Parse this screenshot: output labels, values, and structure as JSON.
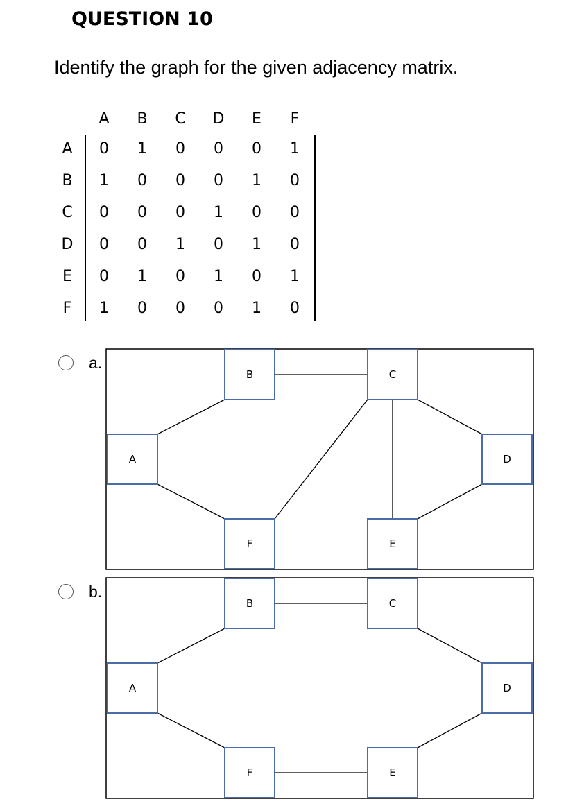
{
  "question": {
    "title": "QUESTION 10",
    "text": "Identify the graph for the given adjacency matrix."
  },
  "matrix": {
    "labels": [
      "A",
      "B",
      "C",
      "D",
      "E",
      "F"
    ],
    "rows": [
      [
        0,
        1,
        0,
        0,
        0,
        1
      ],
      [
        1,
        0,
        0,
        0,
        1,
        0
      ],
      [
        0,
        0,
        0,
        1,
        0,
        0
      ],
      [
        0,
        0,
        1,
        0,
        1,
        0
      ],
      [
        0,
        1,
        0,
        1,
        0,
        1
      ],
      [
        1,
        0,
        0,
        0,
        1,
        0
      ]
    ]
  },
  "options": [
    {
      "label": "a.",
      "nodes": [
        "B",
        "C",
        "A",
        "D",
        "F",
        "E"
      ],
      "edges": [
        [
          "B",
          "C"
        ],
        [
          "A",
          "B"
        ],
        [
          "A",
          "F"
        ],
        [
          "C",
          "D"
        ],
        [
          "C",
          "E"
        ],
        [
          "C",
          "F"
        ],
        [
          "D",
          "E"
        ]
      ]
    },
    {
      "label": "b.",
      "nodes": [
        "B",
        "C",
        "A",
        "D",
        "F",
        "E"
      ],
      "edges": [
        [
          "B",
          "C"
        ],
        [
          "A",
          "B"
        ],
        [
          "A",
          "F"
        ],
        [
          "C",
          "D"
        ],
        [
          "F",
          "E"
        ],
        [
          "D",
          "E"
        ]
      ]
    }
  ]
}
